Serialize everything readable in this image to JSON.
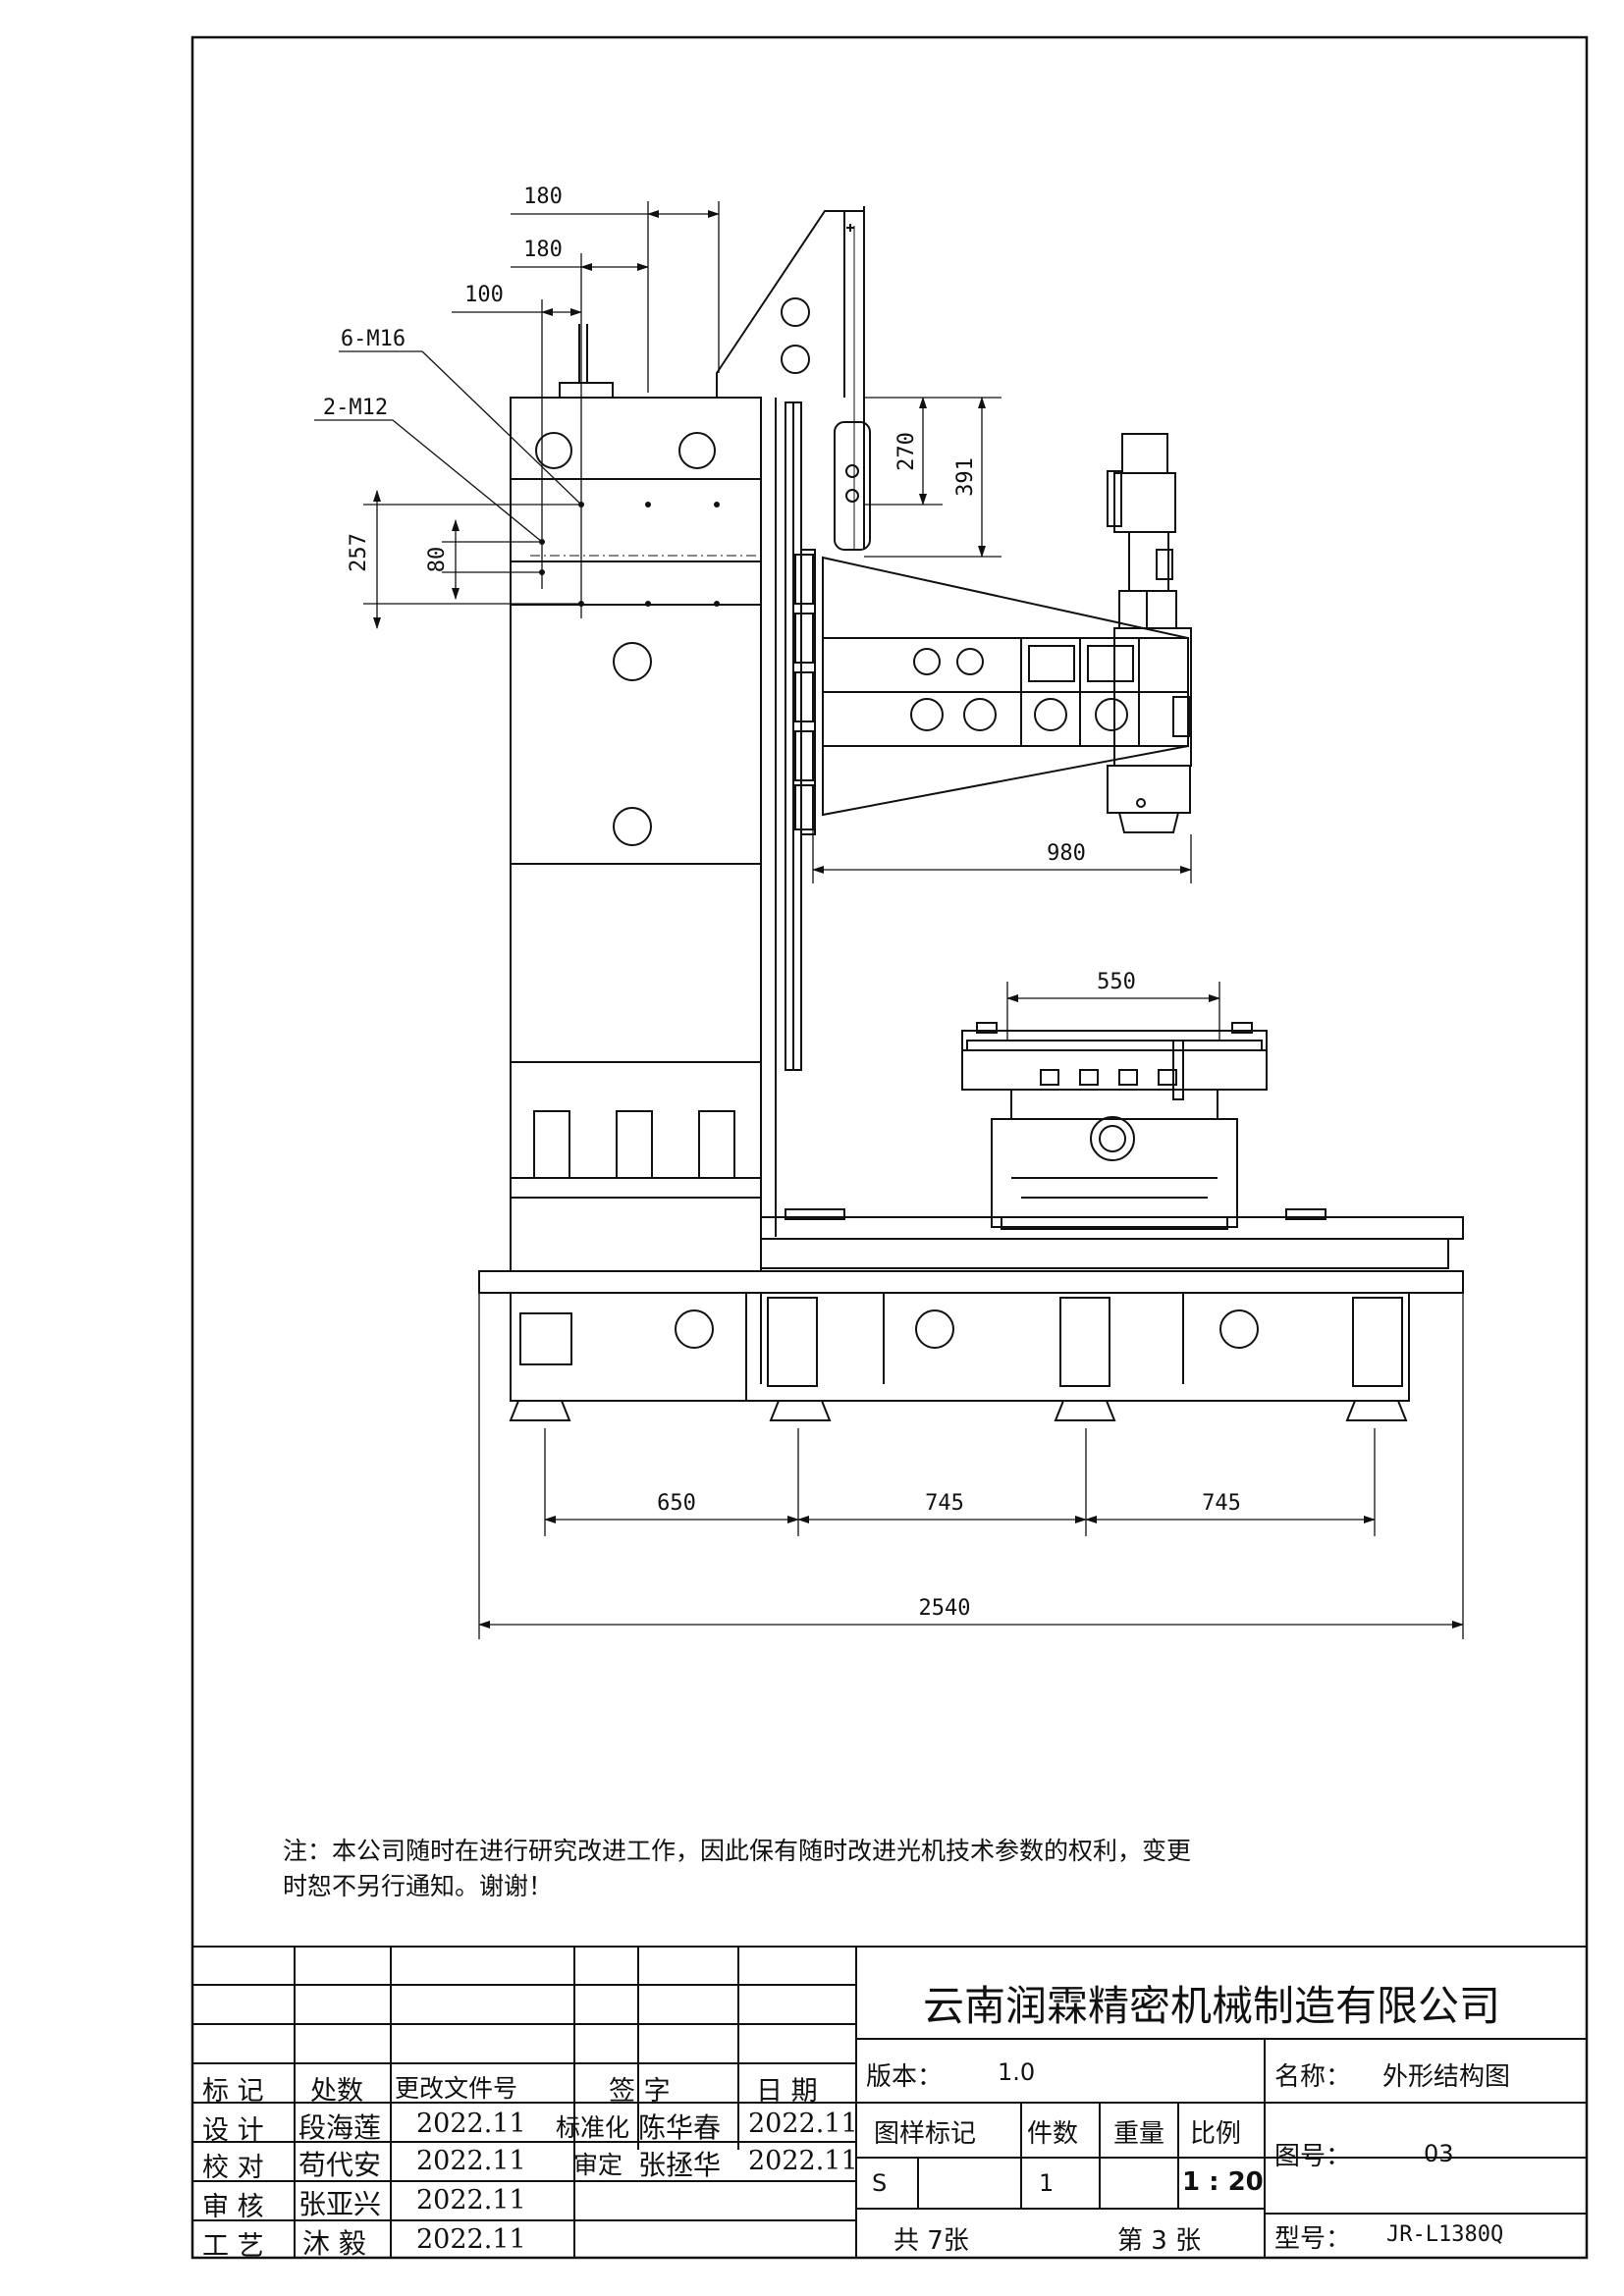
{
  "drawing": {
    "dims": {
      "d180a": "180",
      "d180b": "180",
      "d100": "100",
      "m16": "6-M16",
      "m12": "2-M12",
      "d270": "270",
      "d391": "391",
      "d257": "257",
      "d80": "80",
      "d980": "980",
      "d550": "550",
      "d650": "650",
      "d745a": "745",
      "d745b": "745",
      "d2540": "2540"
    }
  },
  "note": {
    "line1": "注：本公司随时在进行研究改进工作，因此保有随时改进光机技术参数的权利，变更",
    "line2": "时恕不另行通知。谢谢！"
  },
  "title_block": {
    "company": "云南润霖精密机械制造有限公司",
    "headers": {
      "mark": "标 记",
      "count": "处数",
      "doc": "更改文件号",
      "sign": "签 字",
      "date": "日 期"
    },
    "rows": [
      {
        "role": "设 计",
        "name": "段海莲",
        "date": "2022.11",
        "role2": "标准化",
        "name2": "陈华春",
        "date2": "2022.11"
      },
      {
        "role": "校 对",
        "name": "苟代安",
        "date": "2022.11",
        "role2": "审定",
        "name2": "张拯华",
        "date2": "2022.11"
      },
      {
        "role": "审 核",
        "name": "张亚兴",
        "date": "2022.11"
      },
      {
        "role": "工 艺",
        "name": "沐 毅",
        "date": "2022.11"
      }
    ],
    "version_label": "版本：",
    "version": "1.0",
    "col_mark": "图样标记",
    "col_qty": "件数",
    "col_weight": "重量",
    "col_scale": "比例",
    "mark_val": "S",
    "qty_val": "1",
    "scale_val": "1 : 20",
    "total": "共 7张",
    "sheet": "第 3 张",
    "name_label": "名称：",
    "name_val": "外形结构图",
    "no_label": "图号：",
    "no_val": "03",
    "model_label": "型号：",
    "model_val": "JR-L1380Q"
  }
}
